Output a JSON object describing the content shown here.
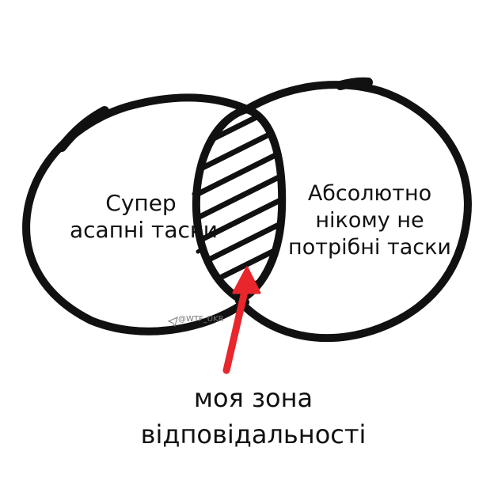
{
  "diagram": {
    "left_circle_label": [
      "Супер",
      "асапні таски"
    ],
    "right_circle_label": [
      "Абсолютно",
      "нікому не",
      "потрібні таски"
    ],
    "caption": [
      "моя зона",
      "відповідальності"
    ],
    "watermark": "@WTF_UKR",
    "colors": {
      "stroke": "#111111",
      "arrow": "#e8262b",
      "background": "#ffffff"
    },
    "icons": [
      "telegram-icon"
    ]
  }
}
